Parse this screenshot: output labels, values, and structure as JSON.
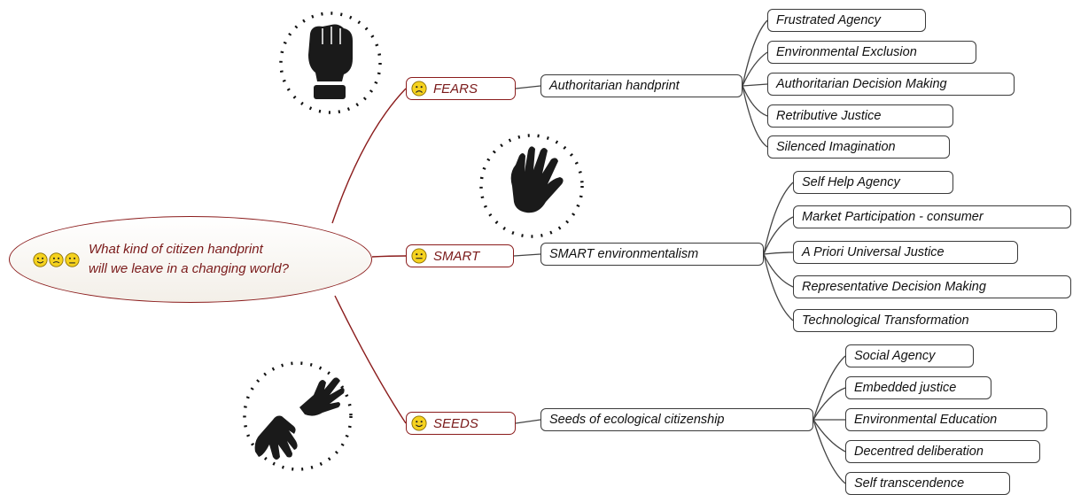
{
  "central": {
    "line1": "What kind of citizen handprint",
    "line2": "will we leave in a changing world?",
    "icons": [
      "happy-face-icon",
      "worried-face-icon",
      "sad-face-icon"
    ]
  },
  "branches": [
    {
      "label": "FEARS",
      "face": "sad-face-icon",
      "illustration": "fist-icon",
      "hub": "Authoritarian handprint",
      "leaves": [
        "Frustrated Agency",
        "Environmental Exclusion",
        "Authoritarian Decision Making",
        "Retributive Justice",
        "Silenced Imagination"
      ]
    },
    {
      "label": "SMART",
      "face": "neutral-face-icon",
      "illustration": "open-hand-icon",
      "hub": "SMART environmentalism",
      "leaves": [
        "Self Help Agency",
        "Market Participation - consumer",
        "A Priori Universal Justice",
        "Representative Decision Making",
        "Technological  Transformation"
      ]
    },
    {
      "label": "SEEDS",
      "face": "happy-face-icon",
      "illustration": "reaching-hands-icon",
      "hub": "Seeds of ecological citizenship",
      "leaves": [
        "Social Agency",
        "Embedded justice",
        "Environmental Education",
        "Decentred deliberation",
        "Self transcendence"
      ]
    }
  ],
  "colors": {
    "branch_line": "#8b1c1c",
    "branch_text": "#7a1a1a",
    "node_border": "#3a3a3a",
    "smiley_fill": "#f5d21f",
    "icon_fill": "#1a1a1a"
  }
}
